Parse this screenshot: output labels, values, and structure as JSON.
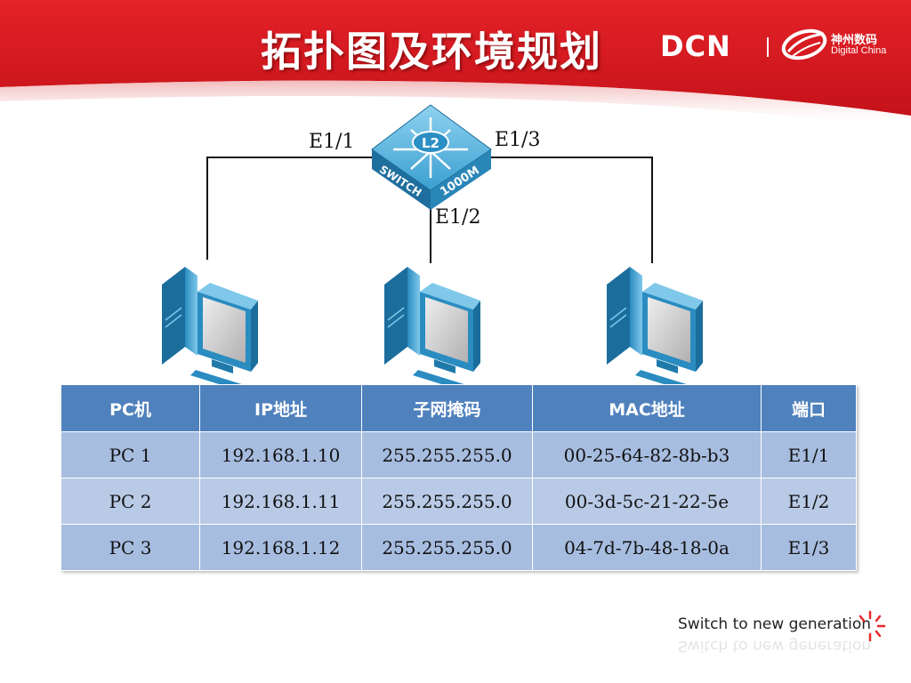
{
  "header": {
    "title": "拓扑图及环境规划",
    "logo_dcn": "DCN",
    "logo_cn": "神州数码",
    "logo_en": "Digital China",
    "brand_color": "#d7161c"
  },
  "topology": {
    "switch": {
      "badge": "L2",
      "label_left": "SWITCH",
      "label_right": "1000M"
    },
    "ports": {
      "left": "E1/1",
      "middle": "E1/2",
      "right": "E1/3"
    },
    "devices": [
      "computer-icon",
      "computer-icon",
      "computer-icon"
    ]
  },
  "table": {
    "headers": [
      "PC机",
      "IP地址",
      "子网掩码",
      "MAC地址",
      "端口"
    ],
    "rows": [
      [
        "PC 1",
        "192.168.1.10",
        "255.255.255.0",
        "00-25-64-82-8b-b3",
        "E1/1"
      ],
      [
        "PC 2",
        "192.168.1.11",
        "255.255.255.0",
        "00-3d-5c-21-22-5e",
        "E1/2"
      ],
      [
        "PC 3",
        "192.168.1.12",
        "255.255.255.0",
        "04-7d-7b-48-18-0a",
        "E1/3"
      ]
    ],
    "header_color": "#4f81bd",
    "row_colors": [
      "#a7bde0",
      "#b9cae6"
    ]
  },
  "footer": {
    "tagline": "Switch to new generation",
    "accent_color": "#e8272a"
  }
}
